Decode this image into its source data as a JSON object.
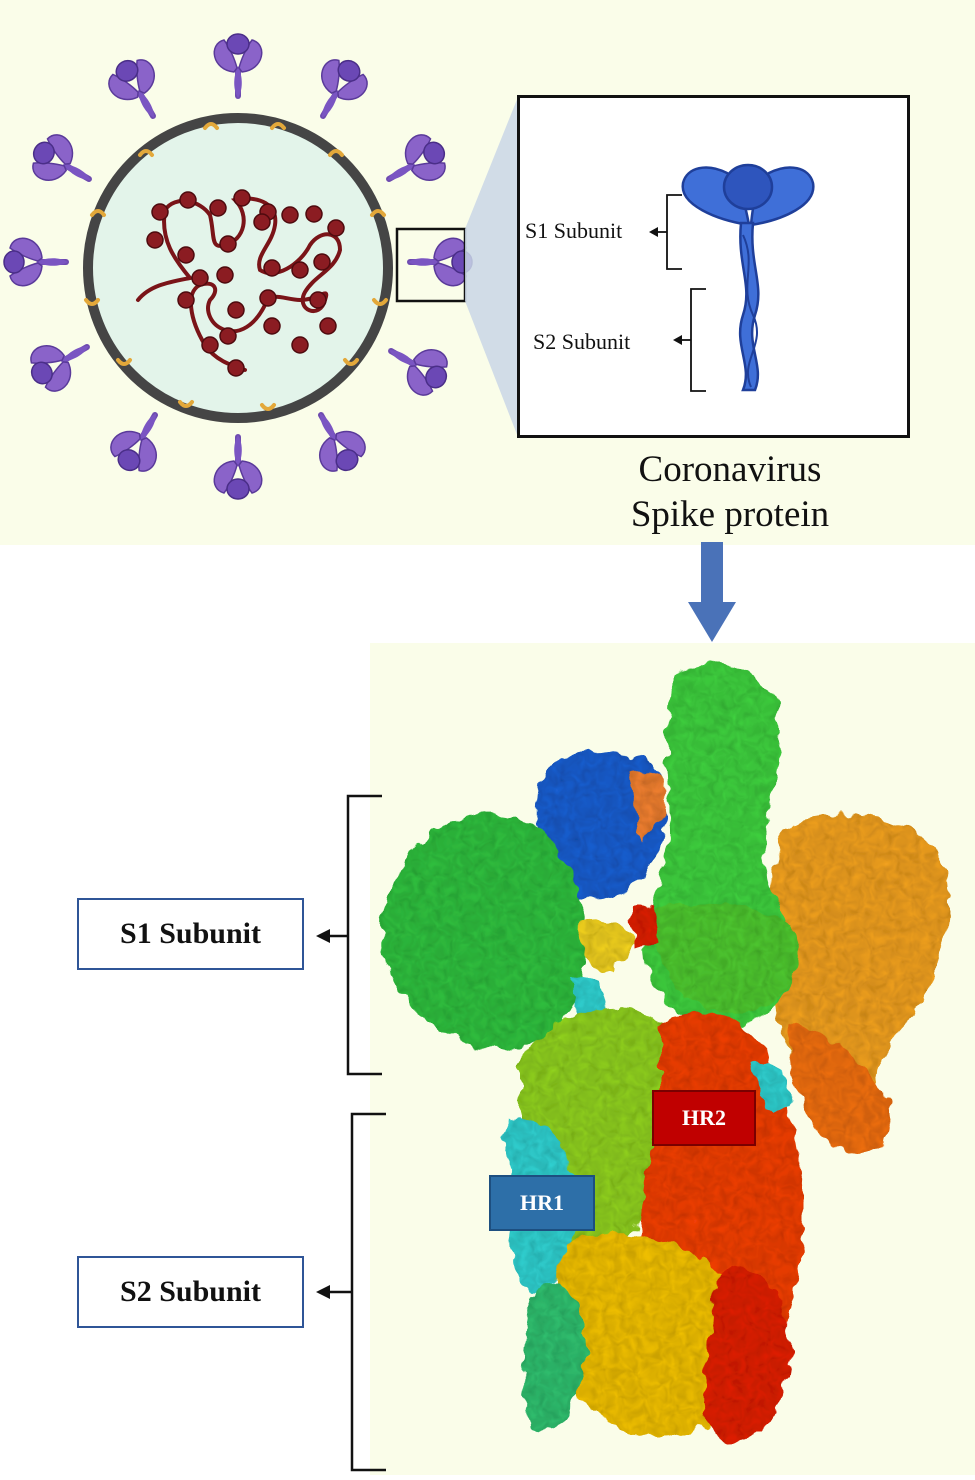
{
  "inset": {
    "s1_label": "S1 Subunit",
    "s2_label": "S2 Subunit"
  },
  "caption": {
    "line1": "Coronavirus",
    "line2": "Spike protein"
  },
  "structure": {
    "s1_label": "S1 Subunit",
    "s2_label": "S2 Subunit",
    "hr1_label": "HR1",
    "hr2_label": "HR2"
  },
  "colors": {
    "panel_background": "#fafde9",
    "virion_interior": "#e3f4ea",
    "membrane": "#454545",
    "spike_purple": "#8a63c9",
    "rna": "#7a1418",
    "envelope_yellow": "#e3a83a",
    "inset_spike_blue": "#3f6fd8",
    "arrow_blue": "#4a72b8",
    "box_border": "#2f5597",
    "hr1_fill": "#2d6fa8",
    "hr2_fill": "#c00000"
  }
}
